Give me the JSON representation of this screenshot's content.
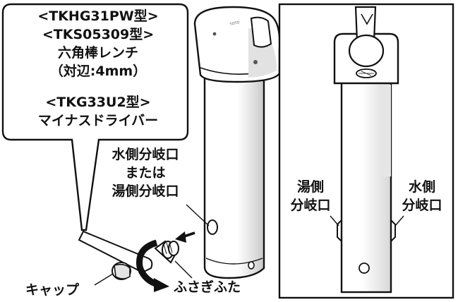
{
  "tool_box": {
    "lines": [
      "<TKHG31PW型>",
      "<TKS05309型>",
      "六角棒レンチ",
      "（対辺:4mm）",
      "<TKG33U2型>",
      "マイナスドライバー"
    ]
  },
  "labels": {
    "cold_or_hot_outlet": [
      "水側分岐口",
      "または",
      "湯側分岐口"
    ],
    "hot_outlet": [
      "湯側",
      "分岐口"
    ],
    "cold_outlet": [
      "水側",
      "分岐口"
    ],
    "cap": "キャップ",
    "plug": "ふさぎふた"
  },
  "faucet": {
    "brand_mark": "TOTO"
  },
  "colors": {
    "ink": "#111111",
    "paper": "#ffffff",
    "shade": "#dcdcdc"
  }
}
